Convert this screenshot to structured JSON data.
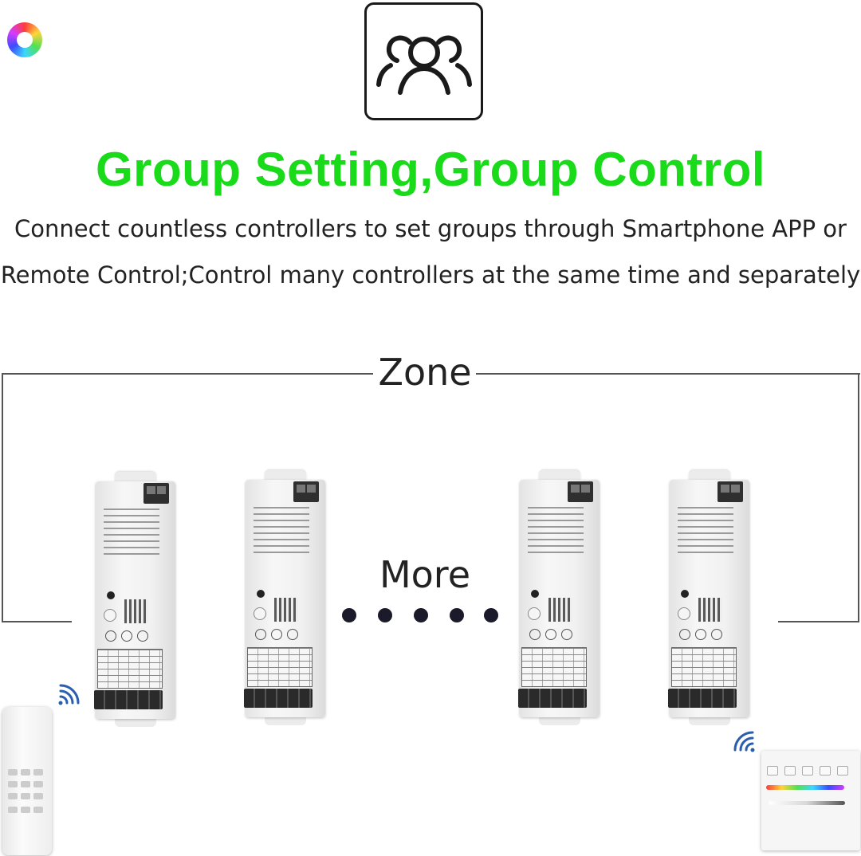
{
  "icon": {
    "name": "group-users-icon"
  },
  "headline": "Group Setting,Group Control",
  "description": {
    "line1": "Connect countless controllers to set groups through Smartphone APP or",
    "line2": "Remote Control;Control many controllers at the same time and separately"
  },
  "zone_label": "Zone",
  "more_label": "More",
  "colors": {
    "headline": "#1adb1a",
    "text": "#222222",
    "outline": "#1a1a1a"
  },
  "devices": {
    "controller": "led-strip-controller",
    "remote": "rgb-remote-control",
    "wall_panel": "wall-touch-panel",
    "wireless": "wifi-signal-icon"
  }
}
